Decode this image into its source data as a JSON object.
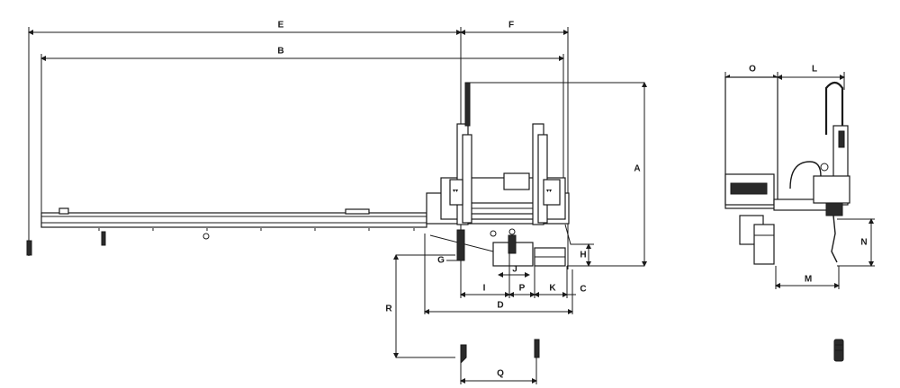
{
  "dimensions": {
    "A": "A",
    "B": "B",
    "C": "C",
    "D": "D",
    "E": "E",
    "F": "F",
    "G": "G",
    "H": "H",
    "I": "I",
    "J": "J",
    "K": "K",
    "L": "L",
    "M": "M",
    "N": "N",
    "O": "O",
    "P": "P",
    "Q": "Q",
    "R": "R"
  },
  "colors": {
    "line": "#1a1a1a",
    "background": "#ffffff"
  }
}
